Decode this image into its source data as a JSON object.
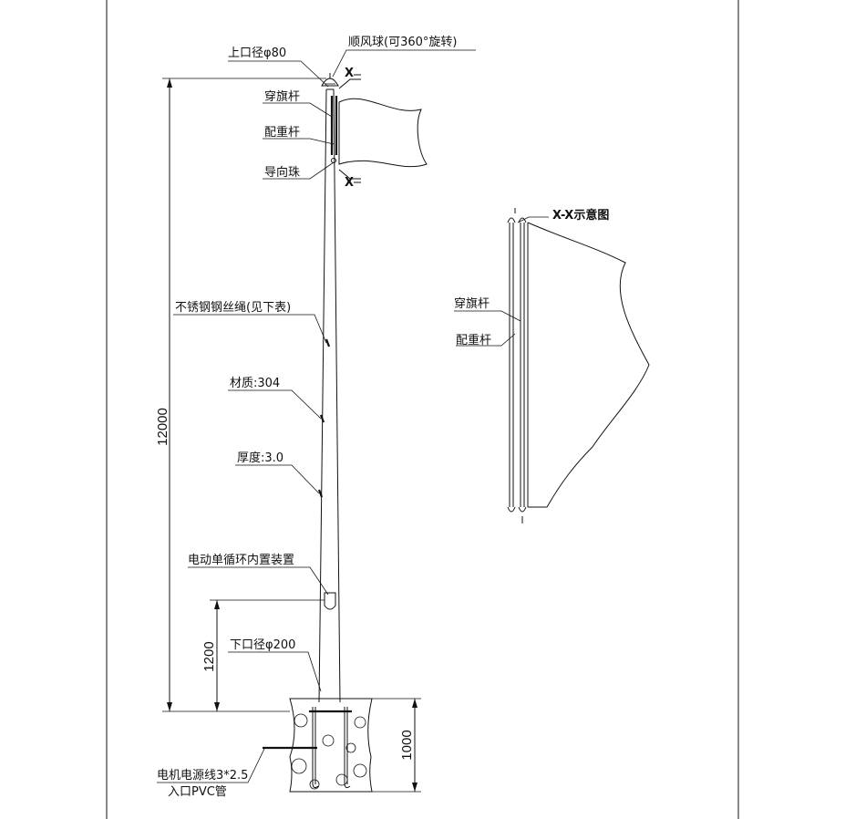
{
  "labels": {
    "top_diameter": "上口径φ80",
    "wind_ball": "顺风球(可360°旋转)",
    "flag_rod": "穿旗杆",
    "counterweight_rod": "配重杆",
    "guide_bead": "导向珠",
    "wire_rope": "不锈钢钢丝绳(见下表)",
    "material": "材质:304",
    "thickness": "厚度:3.0",
    "motor_device": "电动单循环内置装置",
    "bottom_diameter": "下口径φ200",
    "power_line": "电机电源线3*2.5",
    "pvc_inlet": "入口PVC管",
    "section_mark_top": "X",
    "section_mark_bottom": "X"
  },
  "dimensions": {
    "total_height": "12000",
    "device_height": "1200",
    "foundation_depth": "1000"
  },
  "section_view": {
    "title": "X-X示意图",
    "flag_rod": "穿旗杆",
    "counterweight_rod": "配重杆"
  }
}
